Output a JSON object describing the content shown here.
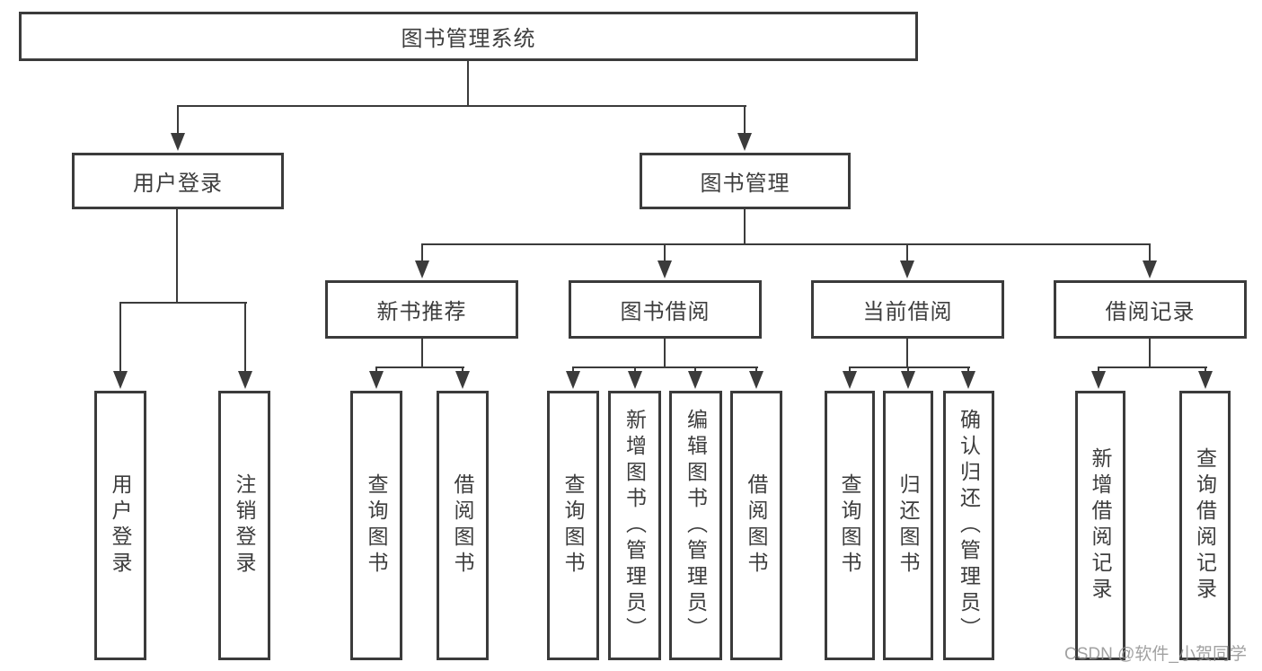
{
  "title": "图书管理系统",
  "tree": {
    "root": {
      "label": "图书管理系统",
      "children": [
        {
          "label": "用户登录",
          "children": [
            {
              "label": "用户登录"
            },
            {
              "label": "注销登录"
            }
          ]
        },
        {
          "label": "图书管理",
          "children": [
            {
              "label": "新书推荐",
              "children": [
                {
                  "label": "查询图书"
                },
                {
                  "label": "借阅图书"
                }
              ]
            },
            {
              "label": "图书借阅",
              "children": [
                {
                  "label": "查询图书"
                },
                {
                  "label": "新增图书（管理员）"
                },
                {
                  "label": "编辑图书（管理员）"
                },
                {
                  "label": "借阅图书"
                }
              ]
            },
            {
              "label": "当前借阅",
              "children": [
                {
                  "label": "查询图书"
                },
                {
                  "label": "归还图书"
                },
                {
                  "label": "确认归还（管理员）"
                }
              ]
            },
            {
              "label": "借阅记录",
              "children": [
                {
                  "label": "新增借阅记录"
                },
                {
                  "label": "查询借阅记录"
                }
              ]
            }
          ]
        }
      ]
    }
  },
  "watermark": {
    "text": "CSDN @软件_小贺同学"
  },
  "colors": {
    "line": "#3b3b3b",
    "text": "#3d3d3d",
    "watermark": "#919191",
    "background": "#ffffff"
  }
}
